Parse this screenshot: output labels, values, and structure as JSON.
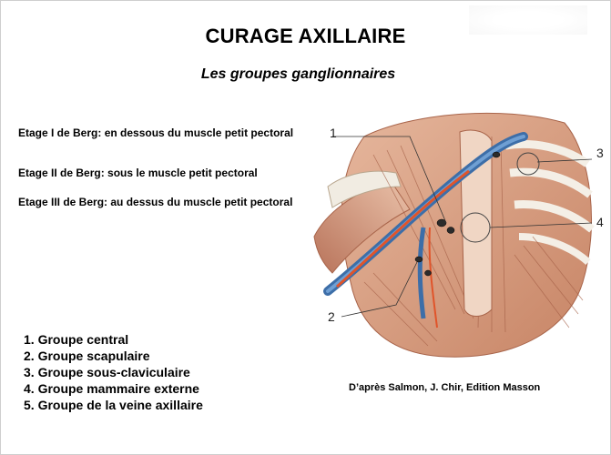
{
  "slide": {
    "title": "CURAGE AXILLAIRE",
    "subtitle": "Les groupes ganglionnaires"
  },
  "berg_levels": [
    {
      "text": "Etage I de Berg: en dessous du muscle petit pectoral"
    },
    {
      "text": "Etage II de Berg: sous le muscle petit pectoral"
    },
    {
      "text": "Etage III de Berg: au dessus du muscle petit pectoral"
    }
  ],
  "node_groups": [
    "1. Groupe central",
    "2. Groupe scapulaire",
    "3. Groupe sous-claviculaire",
    "4. Groupe mammaire externe",
    "5. Groupe de la veine axillaire"
  ],
  "figure": {
    "credit": "D’après Salmon, J. Chir, Edition Masson",
    "callouts": [
      "1",
      "2",
      "3",
      "4"
    ]
  },
  "colors": {
    "muscle": "#d9a58a",
    "muscle_dark": "#b9765a",
    "vein": "#4a7fb8",
    "artery": "#e0542a",
    "bone": "#f1ece2"
  }
}
